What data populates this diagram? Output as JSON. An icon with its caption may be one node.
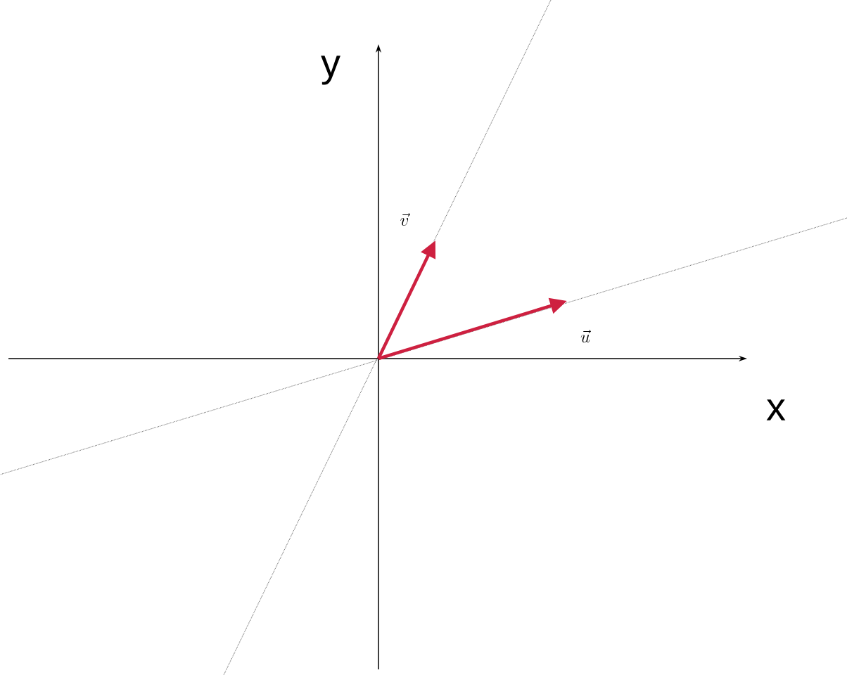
{
  "diagram": {
    "labels": [
      "y",
      "\\vec{v}",
      "\\vec{u}",
      "x"
    ]
  }
}
